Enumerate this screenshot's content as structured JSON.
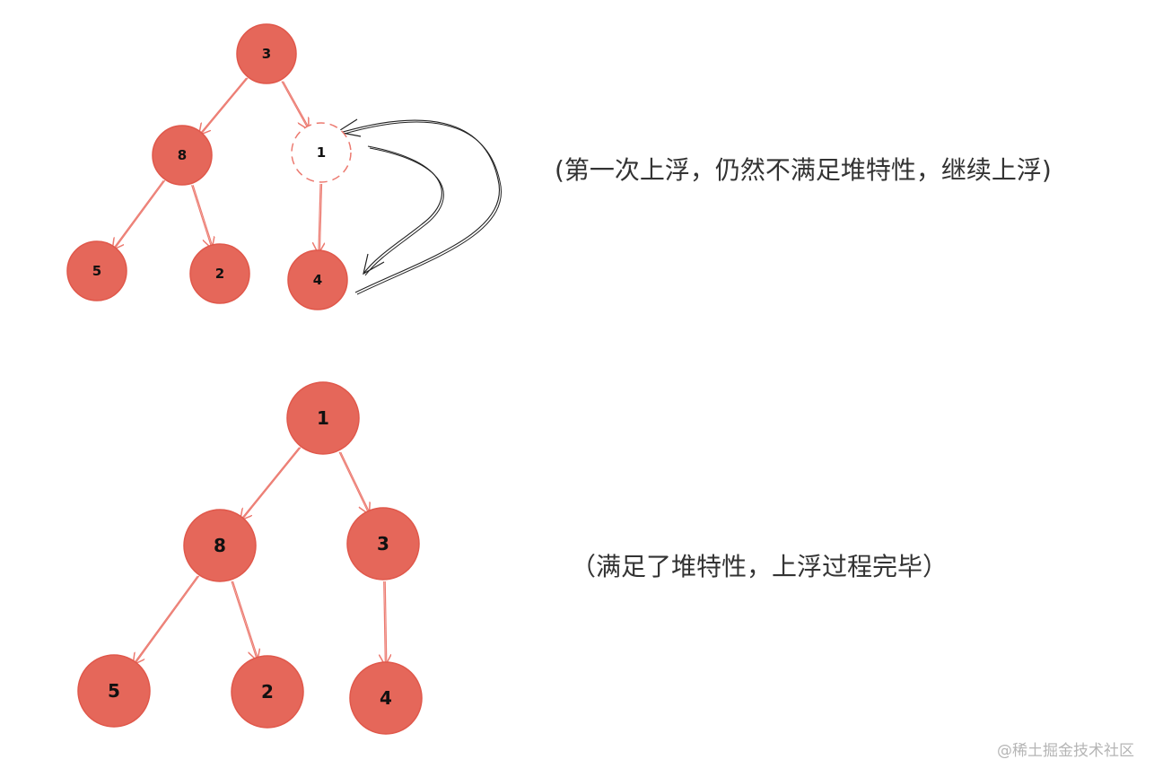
{
  "colors": {
    "node_fill": "#e5675a",
    "edge": "#ec7a70",
    "swap_arrow": "#222222",
    "text": "#111111"
  },
  "diagram_top": {
    "caption": "(第一次上浮，仍然不满足堆特性，继续上浮)",
    "nodes": [
      {
        "id": "t3",
        "label": "3"
      },
      {
        "id": "t8",
        "label": "8"
      },
      {
        "id": "t1",
        "label": "1",
        "style": "dashed-empty"
      },
      {
        "id": "t5",
        "label": "5"
      },
      {
        "id": "t2",
        "label": "2"
      },
      {
        "id": "t4",
        "label": "4"
      }
    ],
    "edges": [
      [
        "t3",
        "t8"
      ],
      [
        "t3",
        "t1"
      ],
      [
        "t8",
        "t5"
      ],
      [
        "t8",
        "t2"
      ],
      [
        "t1",
        "t4"
      ]
    ],
    "swap_arrows": [
      [
        "t1",
        "t4"
      ],
      [
        "t4",
        "t1"
      ]
    ]
  },
  "diagram_bottom": {
    "caption": "（满足了堆特性，上浮过程完毕）",
    "nodes": [
      {
        "id": "b1",
        "label": "1"
      },
      {
        "id": "b8",
        "label": "8"
      },
      {
        "id": "b3",
        "label": "3"
      },
      {
        "id": "b5",
        "label": "5"
      },
      {
        "id": "b2",
        "label": "2"
      },
      {
        "id": "b4",
        "label": "4"
      }
    ],
    "edges": [
      [
        "b1",
        "b8"
      ],
      [
        "b1",
        "b3"
      ],
      [
        "b8",
        "b5"
      ],
      [
        "b8",
        "b2"
      ],
      [
        "b3",
        "b4"
      ]
    ]
  },
  "watermark": "@稀土掘金技术社区"
}
